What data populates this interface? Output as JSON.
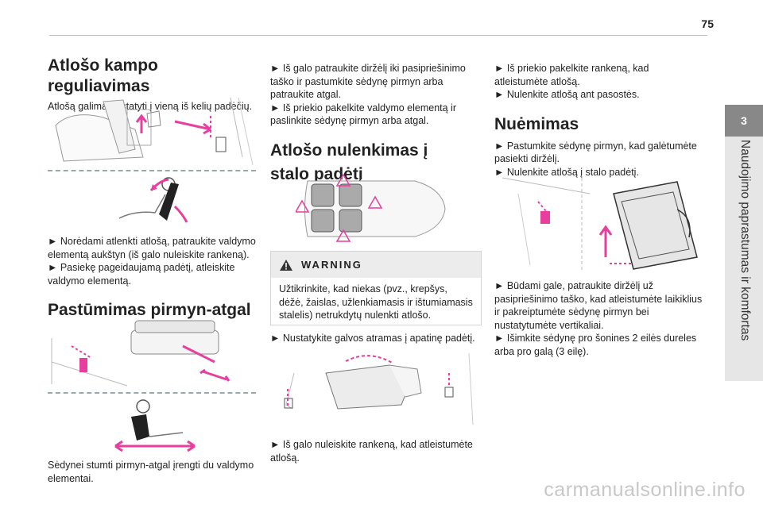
{
  "page_number": "75",
  "side_tab": {
    "number": "3",
    "title": "Naudojimo paprastumas ir komfortas"
  },
  "footer": "carmanualsonline.info",
  "col1": {
    "s1_title": "Atlošo kampo reguliavimas",
    "s1_intro": "Atlošą galima nustatyti į vieną iš kelių padėčių.",
    "s1_step1": "► Norėdami atlenkti atlošą, patraukite valdymo elementą aukštyn (iš galo nuleiskite rankeną).",
    "s1_step2": "► Pasiekę pageidaujamą padėtį, atleiskite valdymo elementą.",
    "s2_title": "Pastūmimas pirmyn-atgal",
    "s2_text": "Sėdynei stumti pirmyn-atgal įrengti du valdymo elementai."
  },
  "col2": {
    "step1": "► Iš galo patraukite diržėlį iki pasipriešinimo taško ir pastumkite sėdynę pirmyn arba patraukite atgal.",
    "step2": "► Iš priekio pakelkite valdymo elementą ir paslinkite sėdynę pirmyn arba atgal.",
    "s3_title": "Atlošo nulenkimas į stalo padėtį",
    "warning_label": "WARNING",
    "warning_text": "Užtikrinkite, kad niekas (pvz., krepšys, dėžė, žaislas, užlenkiamasis ir ištumiamasis stalelis) netrukdytų nulenkti atlošo.",
    "step3": "► Nustatykite galvos atramas į apatinę padėtį.",
    "step4": "► Iš galo nuleiskite rankeną, kad atleistumėte atlošą."
  },
  "col3": {
    "step1": "► Iš priekio pakelkite rankeną, kad atleistumėte atlošą.",
    "step2": "► Nulenkite atlošą ant pasostės.",
    "s4_title": "Nuėmimas",
    "step3": "► Pastumkite sėdynę pirmyn, kad galėtumėte pasiekti diržėlį.",
    "step4": "► Nulenkite atlošą į stalo padėtį.",
    "step5": "► Būdami gale, patraukite diržėlį už pasipriešinimo taško, kad atleistumėte laikiklius ir pakreiptumėte sėdynę pirmyn bei nustatytumėte vertikaliai.",
    "step6": "► Išimkite sėdynę pro šonines 2 eilės dureles arba pro galą (3 eilę)."
  },
  "colors": {
    "accent": "#e83e9e",
    "tab": "#888888"
  }
}
